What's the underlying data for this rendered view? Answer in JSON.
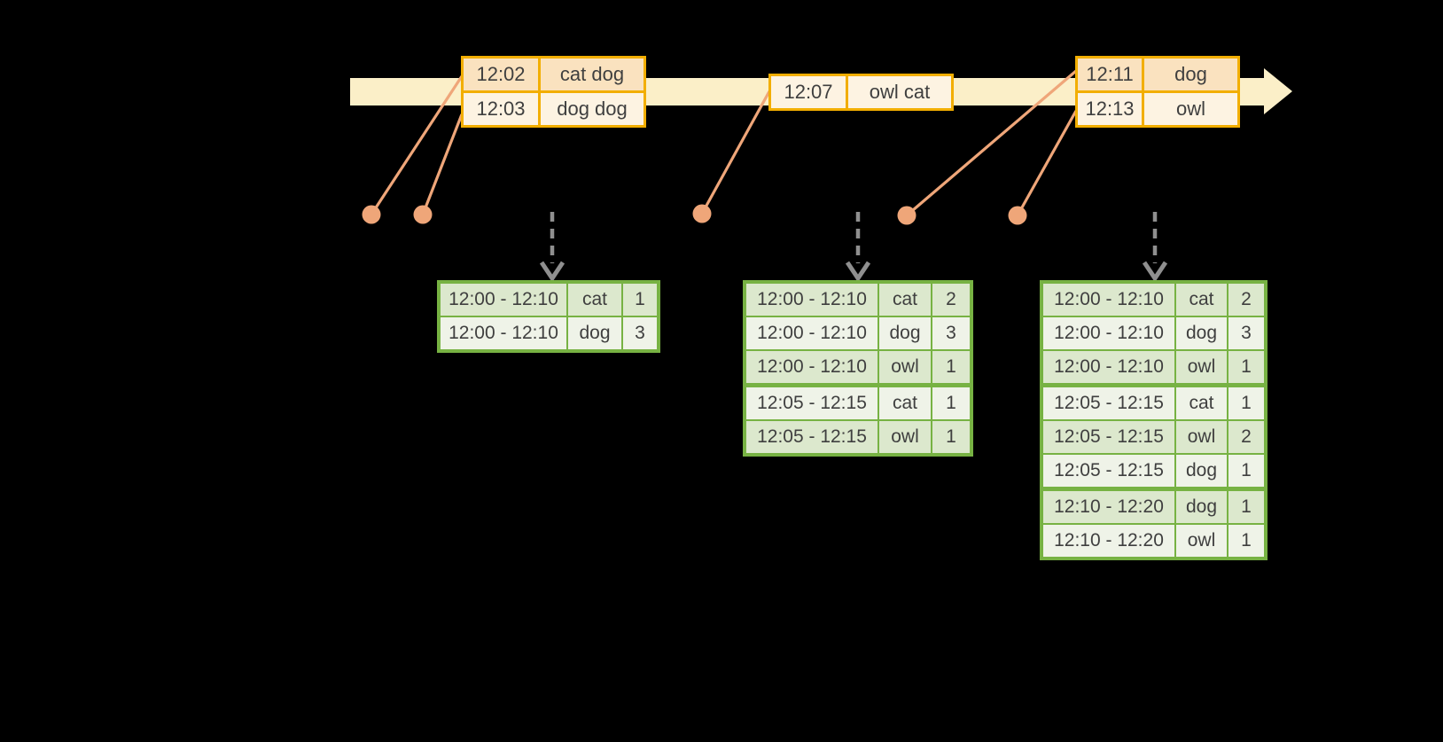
{
  "canvas": {
    "background": "#000000"
  },
  "colors": {
    "canvas_bg": "#000000",
    "timeline_fill": "#FBEFC8",
    "event_border": "#F2AE00",
    "event_fill_dark": "#FAE2BF",
    "event_fill_light": "#FDF3E2",
    "connector": "#EFA679",
    "trigger_arrow": "#8F8F8F",
    "table_border": "#77B243",
    "table_fill_dark": "#DCE8CD",
    "table_fill_light": "#EFF3E8",
    "text": "#3F3F3F"
  },
  "icons": {
    "timeline_arrowhead": "right-arrowhead",
    "trigger_arrow": "dashed-down-arrow",
    "arrival_dot": "filled-circle"
  },
  "timeline": {
    "event_groups": [
      {
        "events": [
          {
            "time": "12:02",
            "words": "cat dog"
          },
          {
            "time": "12:03",
            "words": "dog dog"
          }
        ]
      },
      {
        "events": [
          {
            "time": "12:07",
            "words": "owl cat"
          }
        ]
      },
      {
        "events": [
          {
            "time": "12:11",
            "words": "dog"
          },
          {
            "time": "12:13",
            "words": "owl"
          }
        ]
      }
    ]
  },
  "result_tables": [
    {
      "rows": [
        {
          "window": "12:00 - 12:10",
          "word": "cat",
          "count": "1"
        },
        {
          "window": "12:00 - 12:10",
          "word": "dog",
          "count": "3"
        }
      ]
    },
    {
      "rows": [
        {
          "window": "12:00 - 12:10",
          "word": "cat",
          "count": "2"
        },
        {
          "window": "12:00 - 12:10",
          "word": "dog",
          "count": "3"
        },
        {
          "window": "12:00 - 12:10",
          "word": "owl",
          "count": "1"
        },
        {
          "window": "12:05 - 12:15",
          "word": "cat",
          "count": "1"
        },
        {
          "window": "12:05 - 12:15",
          "word": "owl",
          "count": "1"
        }
      ]
    },
    {
      "rows": [
        {
          "window": "12:00 - 12:10",
          "word": "cat",
          "count": "2"
        },
        {
          "window": "12:00 - 12:10",
          "word": "dog",
          "count": "3"
        },
        {
          "window": "12:00 - 12:10",
          "word": "owl",
          "count": "1"
        },
        {
          "window": "12:05 - 12:15",
          "word": "cat",
          "count": "1"
        },
        {
          "window": "12:05 - 12:15",
          "word": "owl",
          "count": "2"
        },
        {
          "window": "12:05 - 12:15",
          "word": "dog",
          "count": "1"
        },
        {
          "window": "12:10 - 12:20",
          "word": "dog",
          "count": "1"
        },
        {
          "window": "12:10 - 12:20",
          "word": "owl",
          "count": "1"
        }
      ]
    }
  ]
}
